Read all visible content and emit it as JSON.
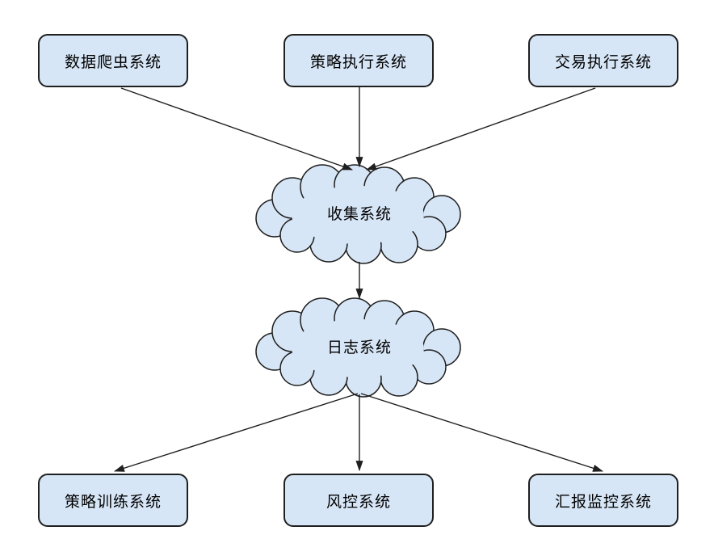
{
  "diagram": {
    "background_color": "#ffffff",
    "node_fill_color": "#d7e6f6",
    "node_border_color": "#1f1f1f",
    "connector_color": "#1f1f1f",
    "top_nodes": [
      {
        "id": "data-crawler",
        "label": "数据爬虫系统"
      },
      {
        "id": "strategy-execution",
        "label": "策略执行系统"
      },
      {
        "id": "trade-execution",
        "label": "交易执行系统"
      }
    ],
    "clouds": [
      {
        "id": "collection",
        "label": "收集系统"
      },
      {
        "id": "logging",
        "label": "日志系统"
      }
    ],
    "bottom_nodes": [
      {
        "id": "strategy-training",
        "label": "策略训练系统"
      },
      {
        "id": "risk-control",
        "label": "风控系统"
      },
      {
        "id": "report-monitoring",
        "label": "汇报监控系统"
      }
    ],
    "connections": [
      {
        "from": "数据爬虫系统",
        "to": "收集系统"
      },
      {
        "from": "策略执行系统",
        "to": "收集系统"
      },
      {
        "from": "交易执行系统",
        "to": "收集系统"
      },
      {
        "from": "收集系统",
        "to": "日志系统"
      },
      {
        "from": "日志系统",
        "to": "策略训练系统"
      },
      {
        "from": "日志系统",
        "to": "风控系统"
      },
      {
        "from": "日志系统",
        "to": "汇报监控系统"
      }
    ]
  }
}
